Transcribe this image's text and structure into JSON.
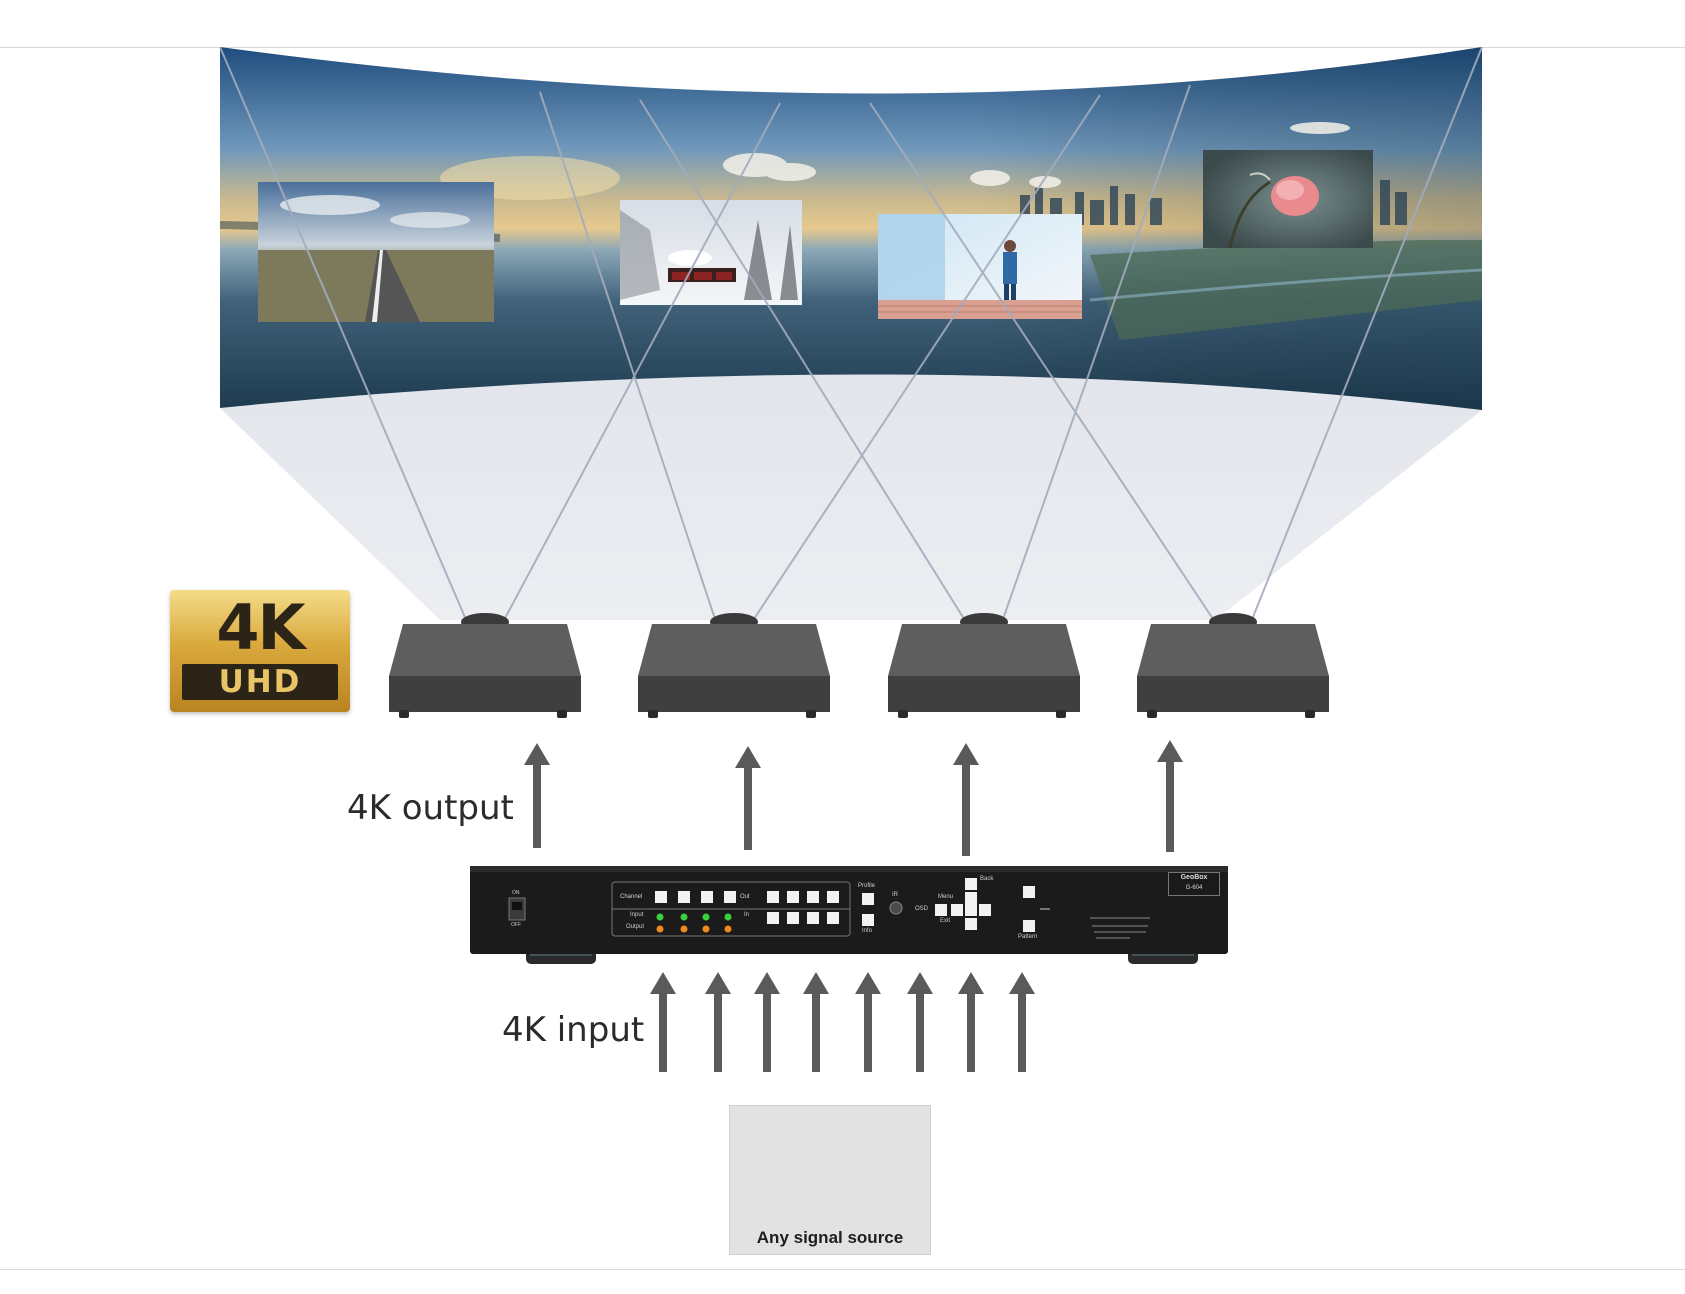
{
  "labels": {
    "output": "4K output",
    "input": "4K input",
    "source": "Any signal source"
  },
  "badge": {
    "top": "4K",
    "bottom": "UHD"
  },
  "processor": {
    "brand": "GeoBox",
    "model": "G-604",
    "panel_labels": {
      "channel": "Channel",
      "input": "Input",
      "output": "Output",
      "out": "Out",
      "in": "In",
      "profile": "Profile",
      "info": "Info",
      "ir": "IR",
      "menu": "Menu",
      "exit": "Exit",
      "back": "Back",
      "pattern": "Pattern",
      "osd": "OSD",
      "on": "ON",
      "off": "OFF"
    }
  },
  "colors": {
    "projector": "#5e5e5e",
    "arrow": "#5a5a5a",
    "led_green": "#39d23c",
    "led_orange": "#f28a1e",
    "beam": "#dfe3ea"
  }
}
